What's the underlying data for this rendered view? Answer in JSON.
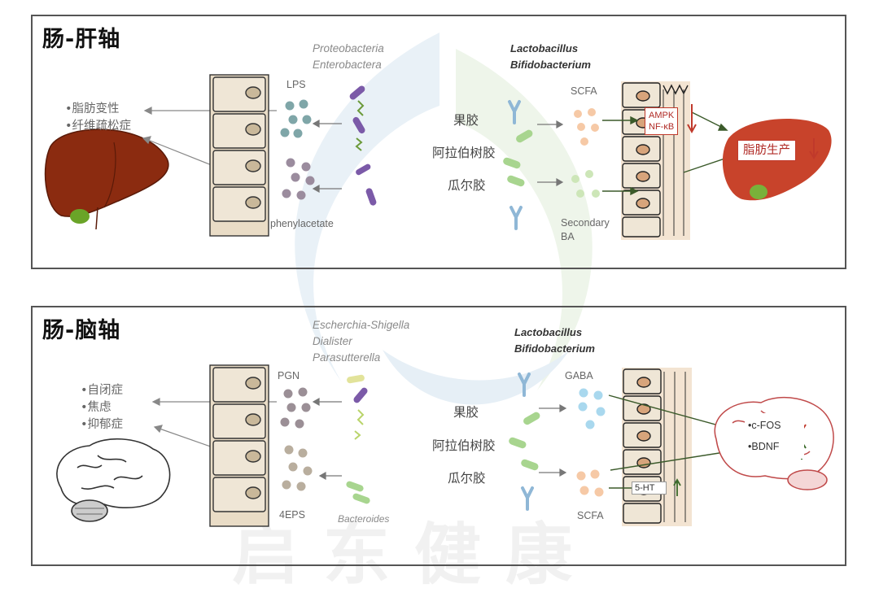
{
  "watermark_text": "启东健康",
  "panel_liver": {
    "title": "肠-肝轴",
    "outcomes": [
      "•脂肪变性",
      "•纤维疏松症"
    ],
    "lps": "LPS",
    "phenylacetate": "phenylacetate",
    "bad_bacteria": [
      "Proteobacteria",
      "Enterobactera"
    ],
    "good_bacteria": [
      "Lactobacillus",
      "Bifidobacterium"
    ],
    "fibers": [
      "果胶",
      "阿拉伯树胶",
      "瓜尔胶"
    ],
    "scfa": "SCFA",
    "secondary_ba": [
      "Secondary",
      "BA"
    ],
    "signal_box": [
      "AMPK",
      "NF-κB"
    ],
    "liver_box": "脂肪生产",
    "accent_red": "#c0392b"
  },
  "panel_brain": {
    "title": "肠-脑轴",
    "outcomes": [
      "•自闭症",
      "•焦虑",
      "•抑郁症"
    ],
    "pgn": "PGN",
    "fourEPS": "4EPS",
    "bad_bacteria": [
      "Escherchia-Shigella",
      "Dialister",
      "Parasutterella"
    ],
    "bacteroides": "Bacteroides",
    "good_bacteria": [
      "Lactobacillus",
      "Bifidobacterium"
    ],
    "fibers": [
      "果胶",
      "阿拉伯树胶",
      "瓜尔胶"
    ],
    "gaba": "GABA",
    "scfa": "SCFA",
    "ht_box": "5-HT",
    "brain_box": [
      "•c-FOS",
      "•BDNF"
    ]
  }
}
